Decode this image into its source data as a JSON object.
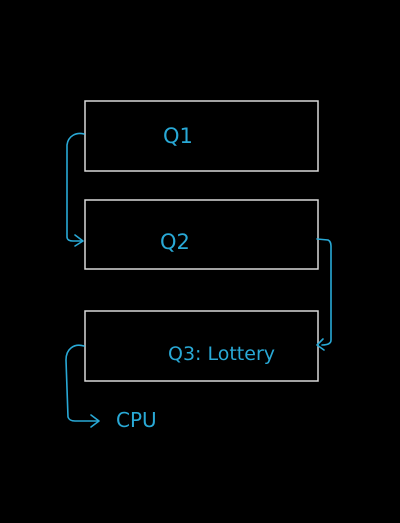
{
  "diagram": {
    "queues": [
      {
        "id": "q1",
        "label": "Q1"
      },
      {
        "id": "q2",
        "label": "Q2"
      },
      {
        "id": "q3",
        "label": "Q3: Lottery"
      }
    ],
    "output": {
      "label": "CPU"
    },
    "colors": {
      "background": "#000000",
      "box_stroke": "#d9d9d9",
      "annotation": "#29a9d6"
    }
  }
}
